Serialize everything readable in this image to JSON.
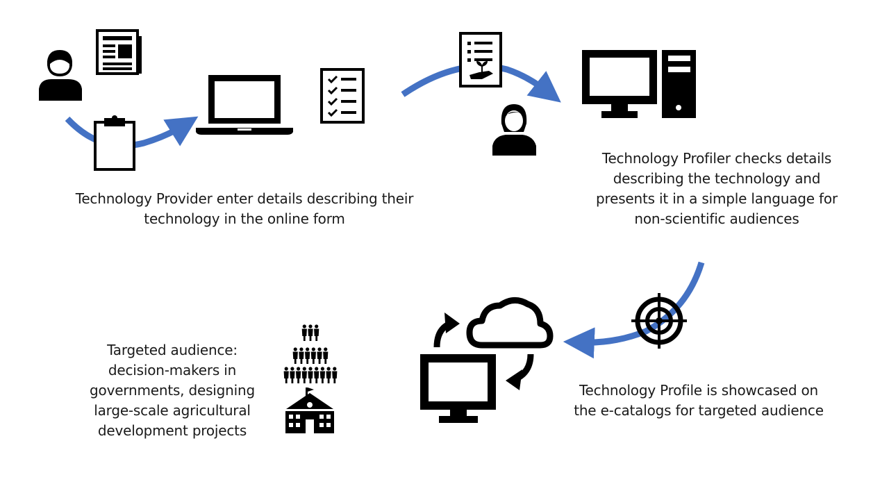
{
  "colors": {
    "arrow": "#4472C4",
    "icon": "#000000",
    "text": "#1a1a1a",
    "background": "#ffffff"
  },
  "steps": [
    {
      "id": "provider",
      "caption_lines": [
        "Technology Provider enter details describing their",
        "technology in the online form"
      ],
      "icons": [
        "person-icon",
        "newspaper-icon",
        "clipboard-icon",
        "laptop-icon",
        "checklist-icon"
      ]
    },
    {
      "id": "profiler",
      "caption_lines": [
        "Technology Profiler checks details",
        "describing the technology and",
        "presents it in a simple language for",
        "non-scientific audiences"
      ],
      "icons": [
        "plant-document-icon",
        "woman-icon",
        "desktop-computer-icon"
      ]
    },
    {
      "id": "showcase",
      "caption_lines": [
        "Technology Profile is showcased on",
        "the e-catalogs for targeted audience"
      ],
      "icons": [
        "target-icon",
        "cloud-icon",
        "sync-arrows-icon",
        "monitor-icon"
      ]
    },
    {
      "id": "audience",
      "caption_lines": [
        "Targeted audience:",
        "decision-makers in",
        "governments, designing",
        "large-scale agricultural",
        "development projects"
      ],
      "icons": [
        "people-pyramid-icon",
        "government-building-icon"
      ]
    }
  ]
}
